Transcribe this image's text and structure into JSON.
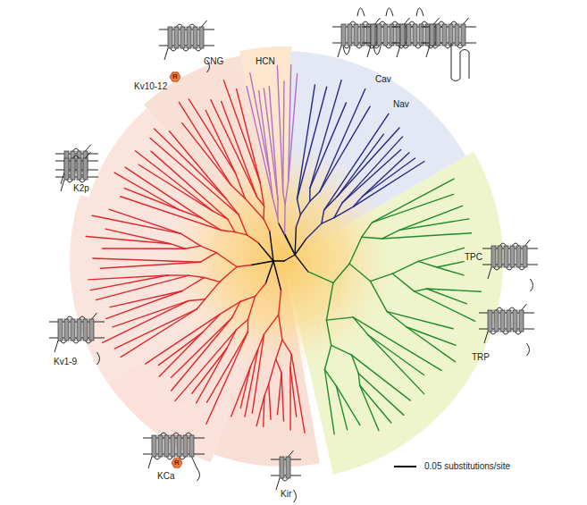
{
  "diagram": {
    "labels": [
      "CNG",
      "HCN",
      "Kv10-12",
      "Cav",
      "Nav",
      "K2p",
      "TPC",
      "TRP",
      "Kv1-9",
      "KCa",
      "Kir",
      "0.05 substitutions/site",
      "R",
      "R"
    ]
  }
}
